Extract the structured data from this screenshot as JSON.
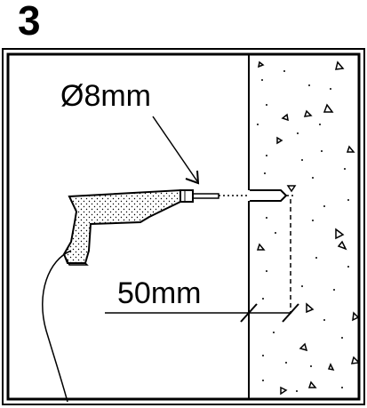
{
  "step": {
    "number": "3"
  },
  "drill_bit": {
    "diameter_label": "Ø8mm"
  },
  "hole": {
    "depth_label": "50mm"
  },
  "colors": {
    "ink": "#000000",
    "background": "#ffffff"
  }
}
